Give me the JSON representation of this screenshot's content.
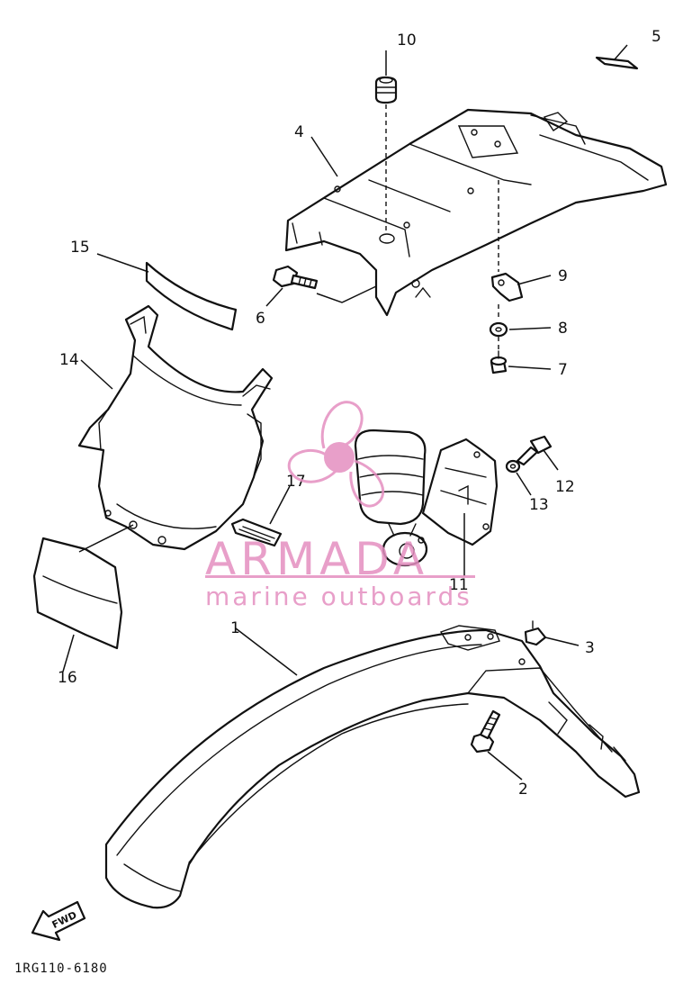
{
  "diagram": {
    "callouts": [
      "1",
      "2",
      "3",
      "4",
      "5",
      "6",
      "7",
      "8",
      "9",
      "10",
      "11",
      "12",
      "13",
      "14",
      "15",
      "16",
      "17"
    ],
    "fwd_label": "FWD",
    "drawing_code": "1RG110-6180"
  },
  "watermark": {
    "brand": "ARMADA",
    "tagline": "marine outboards",
    "color": "#e48fc0"
  }
}
